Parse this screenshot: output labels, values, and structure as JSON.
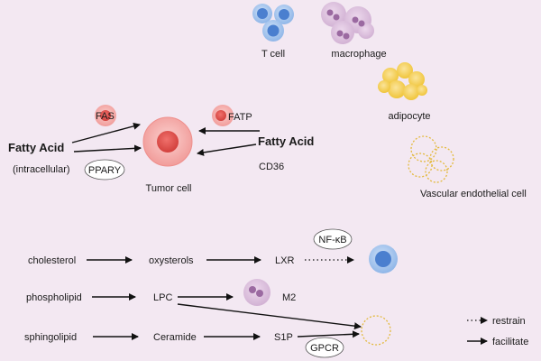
{
  "labels": {
    "t_cell": "T cell",
    "macrophage": "macrophage",
    "adipocyte": "adipocyte",
    "vascular": "Vascular endothelial cell",
    "fas": "FAS",
    "fatp": "FATP",
    "fatty_acid_left": "Fatty Acid",
    "intracellular": "(intracellular)",
    "ppary": "PPARY",
    "fatty_acid_right": "Fatty Acid",
    "cd36": "CD36",
    "tumor_cell": "Tumor cell",
    "cholesterol": "cholesterol",
    "oxysterols": "oxysterols",
    "lxr": "LXR",
    "nfkb": "NF-κB",
    "phospholipid": "phospholipid",
    "lpc": "LPC",
    "m2": "M2",
    "sphingolipid": "sphingolipid",
    "ceramide": "Ceramide",
    "s1p": "S1P",
    "gpcr": "GPCR"
  },
  "legend": {
    "restrain": "restrain",
    "facilitate": "facilitate"
  },
  "colors": {
    "background": "#f3e8f2",
    "tcell": "#5b8fd6",
    "macrophage": "#c79cc8",
    "adipocyte": "#f3c93f",
    "vascular": "#e8c04a",
    "tumor": "#f2a19f",
    "tumor_nucleus": "#e0534f"
  }
}
